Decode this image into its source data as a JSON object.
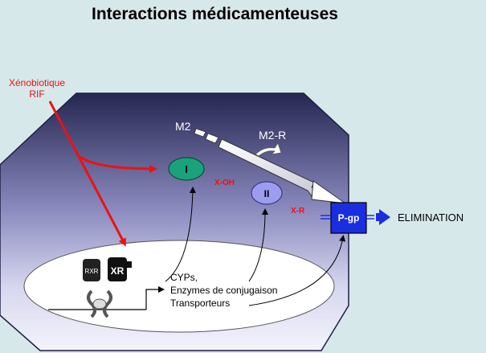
{
  "title": "Interactions médicamenteuses",
  "xenobiotic": {
    "line1": "Xénobiotique",
    "line2": "RIF"
  },
  "metabolites": {
    "m2": "M2",
    "m2r": "M2-R",
    "xoh": "X-OH",
    "xr": "X-R"
  },
  "enzymes": {
    "phase1": "I",
    "phase2": "II"
  },
  "transporter": "P-gp",
  "elimination": "ELIMINATION",
  "receptors": {
    "rxr": "RXR",
    "xr": "XR"
  },
  "targets": {
    "line1": "CYPs,",
    "line2": "Enzymes de conjugaison",
    "line3": "Transporteurs"
  },
  "colors": {
    "background": "#d7e8eb",
    "cell_dark": "#2a2a58",
    "cell_light": "#f2f2fa",
    "nucleus": "#ffffff",
    "inducer_arrow": "#ee1111",
    "phase1_fill": "#1aa37a",
    "phase2_fill": "#9d9df0",
    "pgp_fill": "#1a2ee0",
    "elimination_arrow": "#1a2ee0"
  }
}
